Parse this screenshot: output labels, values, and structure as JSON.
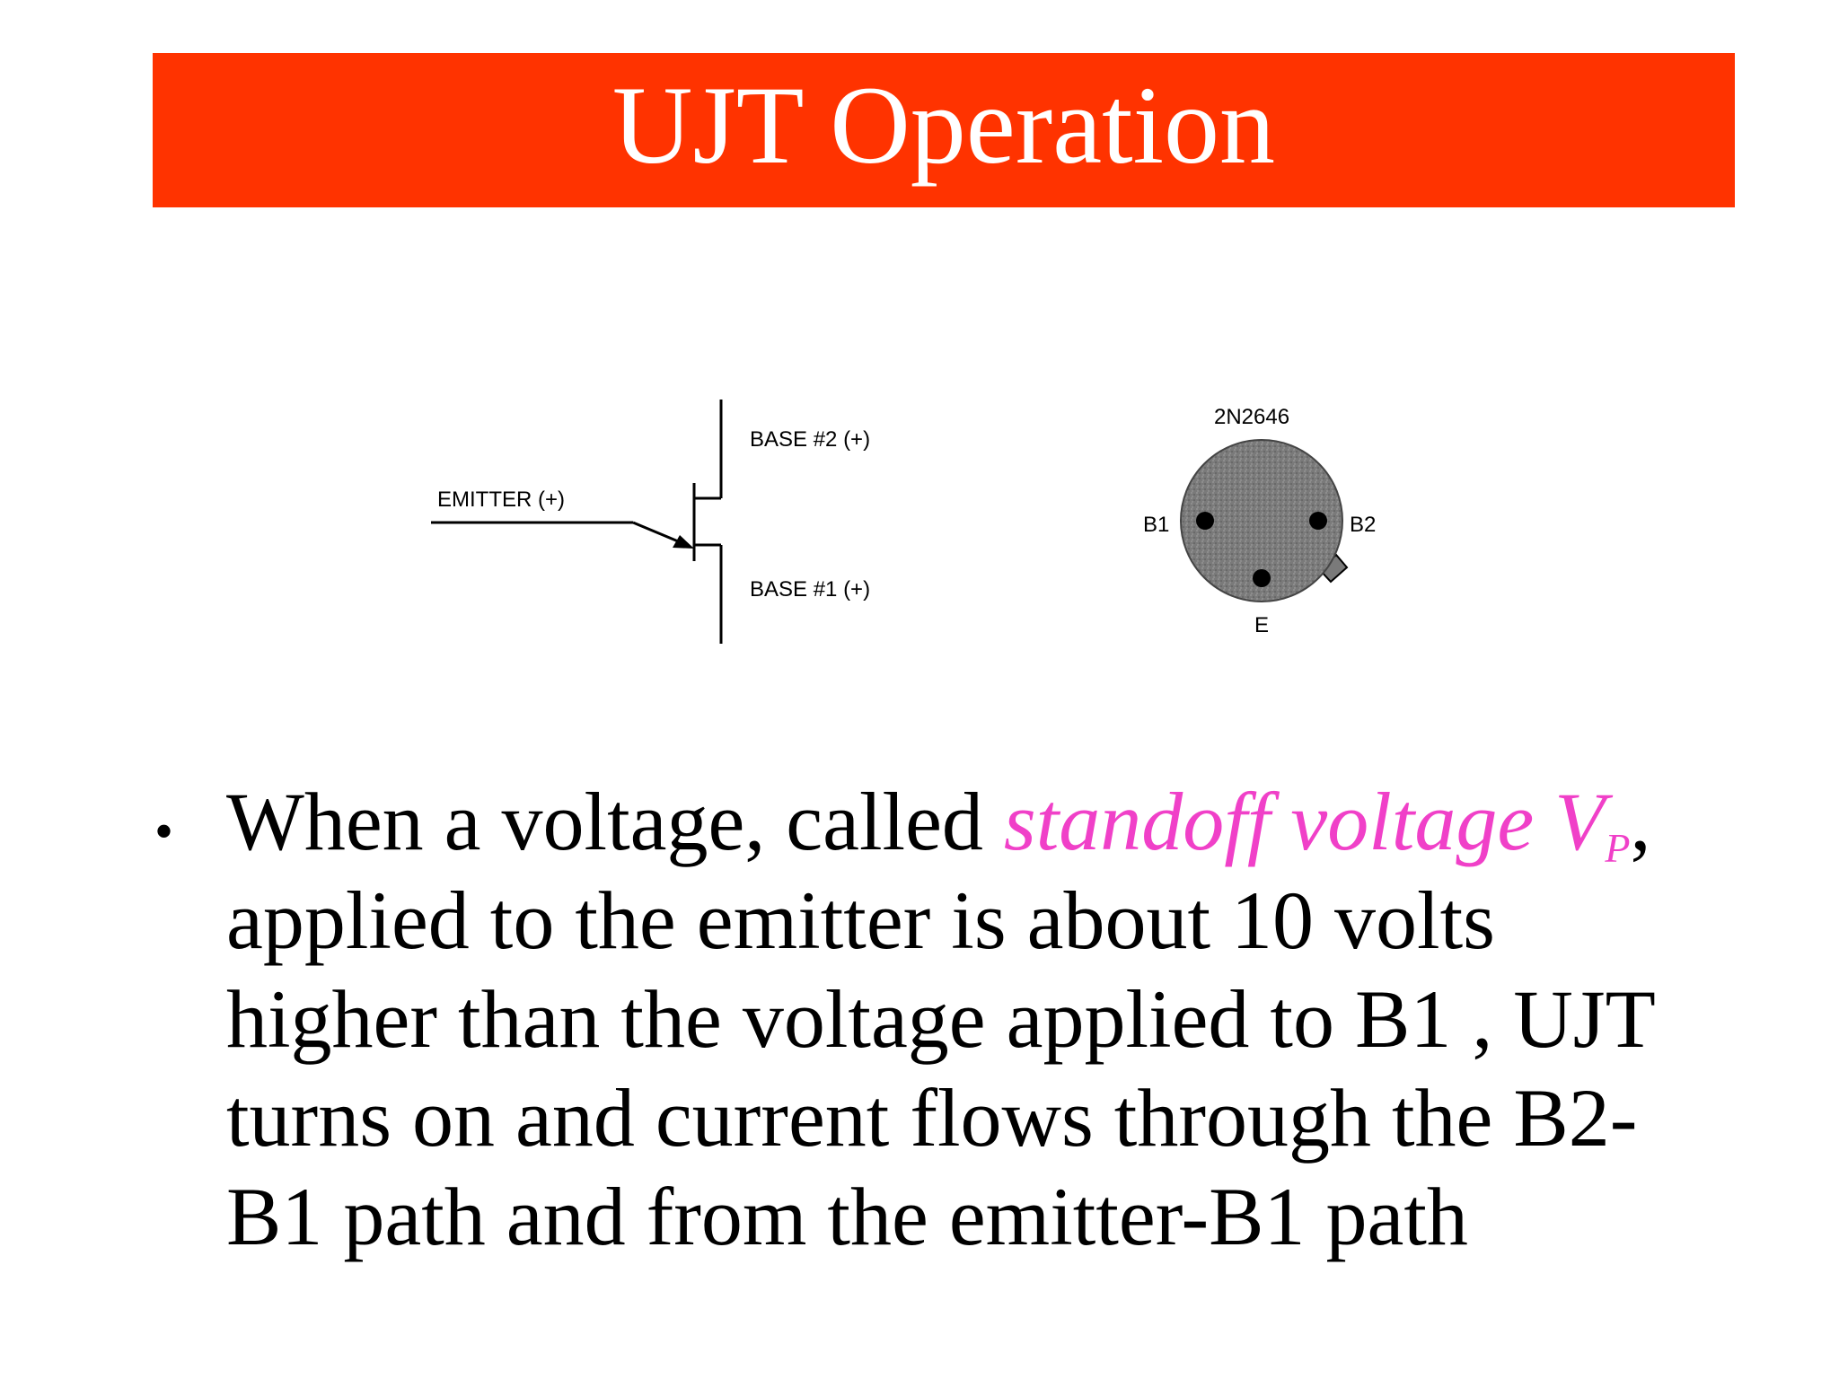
{
  "slide": {
    "title": "UJT Operation"
  },
  "schematic": {
    "base2_label": "BASE #2 (+)",
    "emitter_label": "EMITTER (+)",
    "base1_label": "BASE #1 (+)"
  },
  "pinout": {
    "part_number": "2N2646",
    "b1_label": "B1",
    "b2_label": "B2",
    "e_label": "E"
  },
  "bullet": {
    "text_before": "When a voltage, called ",
    "emphasis": "standoff voltage V",
    "emphasis_subscript": "P",
    "text_after": ", applied to the emitter is about 10 volts higher than the voltage applied to B1 , UJT turns on and current flows through the B2-B1 path and from the emitter-B1 path"
  },
  "colors": {
    "title_banner": "#ff3300",
    "emphasis": "#f040c8"
  }
}
